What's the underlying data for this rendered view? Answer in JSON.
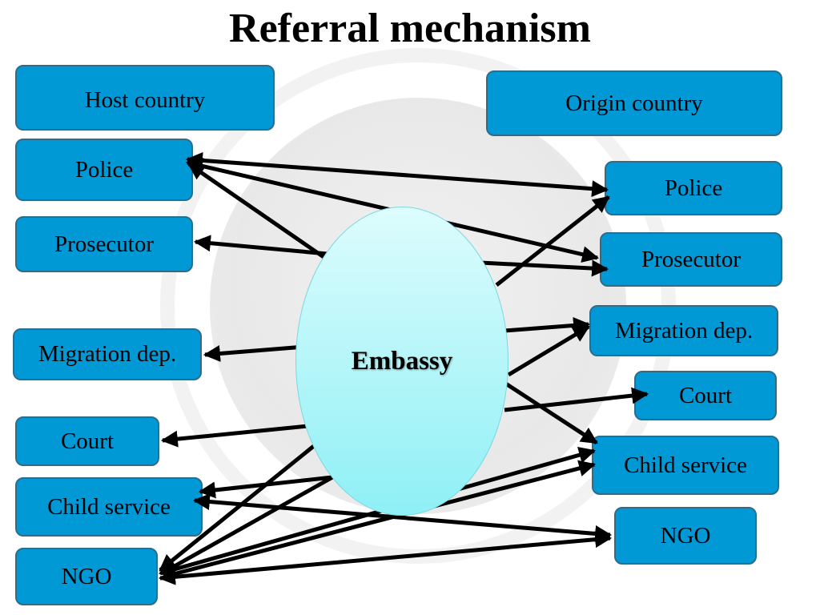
{
  "title": "Referral mechanism",
  "colors": {
    "box_fill": "#0099d6",
    "box_border": "#2e6c8c",
    "embassy_fill": "#b6f6f9",
    "arrow": "#000000"
  },
  "host": {
    "header": "Host country",
    "items": [
      "Police",
      "Prosecutor",
      "Migration dep.",
      "Court",
      "Child service",
      "NGO"
    ]
  },
  "origin": {
    "header": "Origin country",
    "items": [
      "Police",
      "Prosecutor",
      "Migration dep.",
      "Court",
      "Child service",
      "NGO"
    ]
  },
  "center": "Embassy",
  "connections": [
    {
      "from": "host.Police",
      "to": "origin.Police",
      "bidirectional": true
    },
    {
      "from": "host.Police",
      "to": "origin.Prosecutor",
      "bidirectional": true
    },
    {
      "from": "Embassy",
      "to": "host.Police"
    },
    {
      "from": "Embassy",
      "to": "host.Prosecutor"
    },
    {
      "from": "Embassy",
      "to": "origin.Prosecutor"
    },
    {
      "from": "Embassy",
      "to": "origin.Police"
    },
    {
      "from": "Embassy",
      "to": "host.Migration dep."
    },
    {
      "from": "Embassy",
      "to": "origin.Migration dep."
    },
    {
      "from": "Embassy",
      "to": "host.Court"
    },
    {
      "from": "Embassy",
      "to": "origin.Court"
    },
    {
      "from": "Embassy",
      "to": "host.Child service"
    },
    {
      "from": "Embassy",
      "to": "origin.Child service"
    },
    {
      "from": "host.Child service",
      "to": "origin.NGO",
      "bidirectional": true
    },
    {
      "from": "host.NGO",
      "to": "origin.Migration dep."
    },
    {
      "from": "host.NGO",
      "to": "origin.Child service"
    },
    {
      "from": "host.NGO",
      "to": "origin.NGO"
    },
    {
      "from": "Embassy",
      "to": "host.NGO"
    }
  ]
}
